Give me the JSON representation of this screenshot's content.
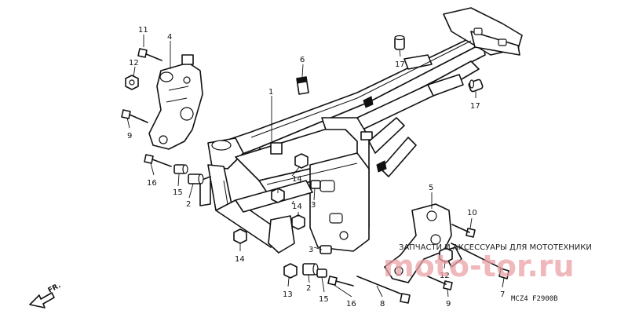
{
  "callouts": {
    "c1": "1",
    "c2a": "2",
    "c2b": "2",
    "c3a": "3",
    "c3b": "3",
    "c4": "4",
    "c5": "5",
    "c6": "6",
    "c7": "7",
    "c8": "8",
    "c9a": "9",
    "c9b": "9",
    "c10": "10",
    "c11": "11",
    "c12a": "12",
    "c12b": "12",
    "c13": "13",
    "c14a": "14",
    "c14b": "14",
    "c14c": "14",
    "c15a": "15",
    "c15b": "15",
    "c16a": "16",
    "c16b": "16",
    "c17a": "17",
    "c17b": "17"
  },
  "front_marker": "FR.",
  "diagram_code": "MCZ4  F2900B",
  "watermark": {
    "line": "ЗАПЧАСТИ И АКСЕССУАРЫ ДЛЯ МОТОТЕХНИКИ",
    "logo": "moto-tor.ru"
  },
  "colors": {
    "ink": "#111111",
    "watermark": "#e9a2a6",
    "background": "#ffffff"
  }
}
